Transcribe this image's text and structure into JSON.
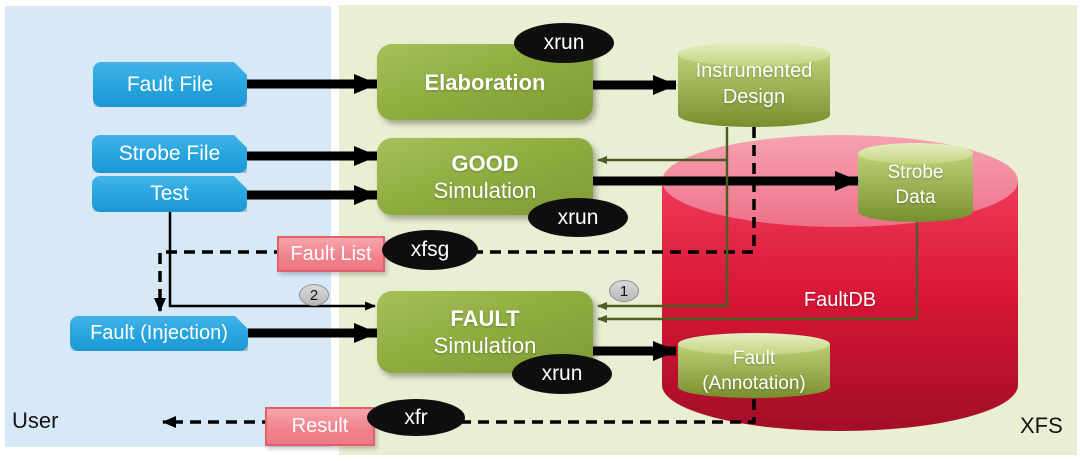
{
  "diagram": {
    "title_hint": "Fault simulation flow between User and XFS",
    "regions": {
      "user": {
        "label": "User"
      },
      "xfs": {
        "label": "XFS"
      }
    },
    "inputs": {
      "fault_file": "Fault File",
      "strobe_file": "Strobe File",
      "test": "Test",
      "fault_injection": "Fault (Injection)"
    },
    "processes": {
      "elaboration": {
        "title": "Elaboration"
      },
      "good": {
        "title": "GOOD",
        "subtitle": "Simulation"
      },
      "fault": {
        "title": "FAULT",
        "subtitle": "Simulation"
      }
    },
    "stores": {
      "instrumented_design": {
        "line1": "Instrumented",
        "line2": "Design"
      },
      "strobe_data": {
        "line1": "Strobe",
        "line2": "Data"
      },
      "fault_annotation": {
        "line1": "Fault",
        "line2": "(Annotation)"
      },
      "faultdb": {
        "label": "FaultDB"
      }
    },
    "artifacts": {
      "fault_list": "Fault List",
      "result": "Result"
    },
    "tools": {
      "xrun_elaboration": "xrun",
      "xrun_good": "xrun",
      "xrun_fault": "xrun",
      "xfsg": "xfsg",
      "xfr": "xfr"
    },
    "steps": {
      "step1": "1",
      "step2": "2"
    },
    "colors": {
      "user_region_bg": "#d7e9f6",
      "xfs_region_bg": "#e9efd2",
      "input_box_blue": "#2aa7e0",
      "process_box_green": "#8fae41",
      "artifact_box_pink": "#f0828c",
      "faultdb_red": "#dc1838",
      "datastore_green": "#93ae41",
      "tool_badge_black": "#0e0e0e",
      "data_flow_line_green": "#4e5c20",
      "arrow_black": "#000000"
    }
  }
}
